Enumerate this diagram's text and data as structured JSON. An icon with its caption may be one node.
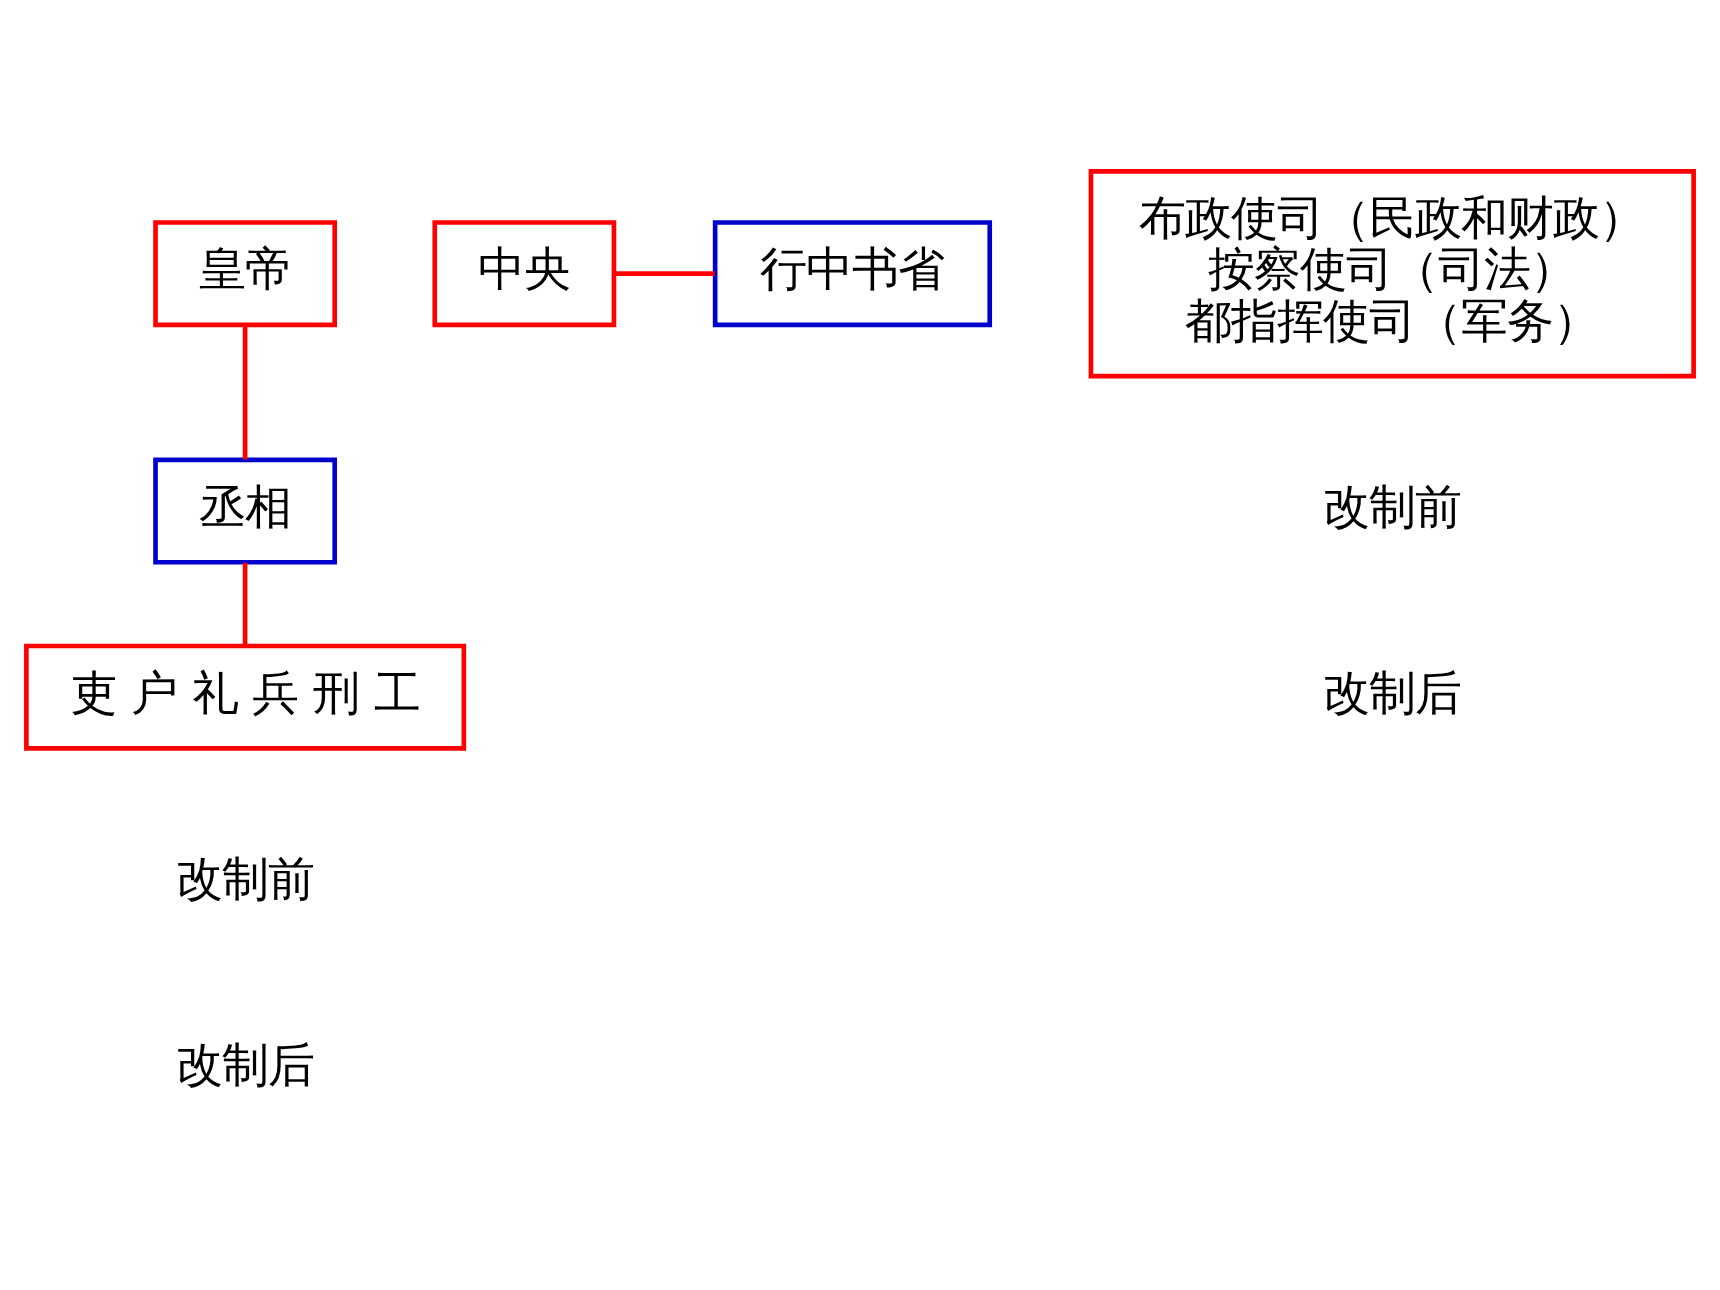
{
  "diagram": {
    "nodes": [
      {
        "text": [
          "皇帝"
        ]
      },
      {
        "text": [
          "丞相"
        ]
      },
      {
        "text": [
          "吏 户 礼 兵 刑 工"
        ]
      },
      {
        "text": [
          "中央"
        ]
      },
      {
        "text": [
          "行中书省"
        ]
      },
      {
        "text": [
          "布政使司（民政和财政）",
          "按察使司（司法）",
          "都指挥使司（军务）"
        ]
      }
    ],
    "edges": [
      {
        "from": 0,
        "to": 1,
        "arrow": "none"
      },
      {
        "from": 1,
        "to": 2,
        "arrow": "none"
      },
      {
        "from": 3,
        "to": 4,
        "arrow": "none"
      }
    ],
    "labels": [
      "改制前",
      "改制后",
      "改制前",
      "改制后"
    ]
  }
}
